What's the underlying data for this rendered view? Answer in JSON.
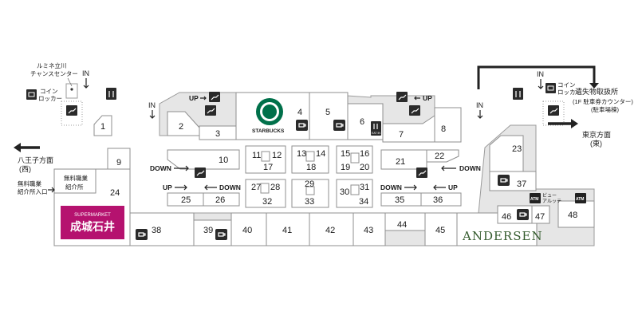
{
  "labels": {
    "lumine_chance": [
      "ルミネ立川",
      "チャンスセンター"
    ],
    "coin_locker": [
      "コイン",
      "ロッカー"
    ],
    "jobs_office": [
      "無料職業",
      "紹介所"
    ],
    "jobs_entrance": [
      "無料職業",
      "紹介所入口"
    ],
    "hachioji": [
      "八王子方面",
      "(西)"
    ],
    "tokyo": [
      "東京方面",
      "(東)"
    ],
    "lost_found": [
      "遺失物取扱所",
      "(1F 駐車券カウンター)",
      "(駐車場棟)"
    ],
    "view_altete": [
      "ビュー",
      "アルッテ"
    ],
    "in": "IN",
    "up": "UP",
    "down": "DOWN",
    "atm": "ATM",
    "eat_in": "EAT IN"
  },
  "brands": {
    "starbucks": "STARBUCKS",
    "seijo_top": "SUPERMARKET",
    "seijo_main": "成城石井",
    "andersen": "ANDERSEN"
  },
  "shops": {
    "s1": "1",
    "s2": "2",
    "s3": "3",
    "s4": "4",
    "s5": "5",
    "s6": "6",
    "s7": "7",
    "s8": "8",
    "s9": "9",
    "s10": "10",
    "s11": "11",
    "s12": "12",
    "s13": "13",
    "s14": "14",
    "s15": "15",
    "s16": "16",
    "s17": "17",
    "s18": "18",
    "s19": "19",
    "s20": "20",
    "s21": "21",
    "s22": "22",
    "s23": "23",
    "s24": "24",
    "s25": "25",
    "s26": "26",
    "s27": "27",
    "s28": "28",
    "s29": "29",
    "s30": "30",
    "s31": "31",
    "s32": "32",
    "s33": "33",
    "s34": "34",
    "s35": "35",
    "s36": "36",
    "s37": "37",
    "s38": "38",
    "s39": "39",
    "s40": "40",
    "s41": "41",
    "s42": "42",
    "s43": "43",
    "s44": "44",
    "s45": "45",
    "s46": "46",
    "s47": "47",
    "s48": "48"
  },
  "colors": {
    "seijo": "#b5126f",
    "starbucks": "#00704a",
    "andersen": "#355c2e"
  }
}
